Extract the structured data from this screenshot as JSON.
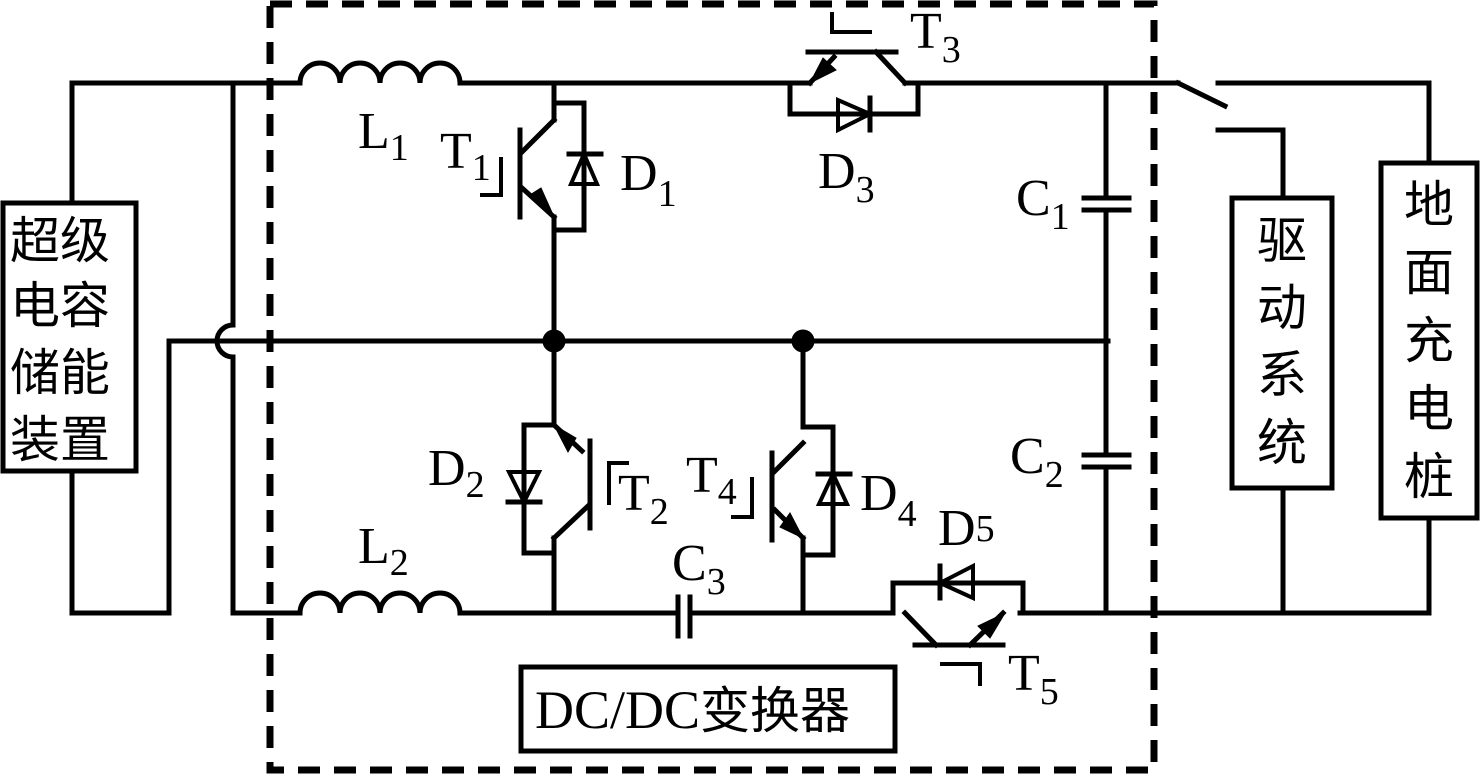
{
  "diagram": {
    "title": "Supercapacitor bidirectional DC/DC converter circuit",
    "blocks": {
      "supercap": {
        "lines": [
          "超级",
          "电容",
          "储能",
          "装置"
        ]
      },
      "drive": {
        "chars": [
          "驱",
          "动",
          "系",
          "统"
        ]
      },
      "charger": {
        "chars": [
          "地",
          "面",
          "充",
          "电",
          "桩"
        ]
      },
      "converter": {
        "prefix": "DC/DC",
        "suffix": "变换器"
      }
    },
    "components": {
      "L1": {
        "base": "L",
        "sub": "1"
      },
      "L2": {
        "base": "L",
        "sub": "2"
      },
      "T1": {
        "base": "T",
        "sub": "1"
      },
      "T2": {
        "base": "T",
        "sub": "2"
      },
      "T3": {
        "base": "T",
        "sub": "3"
      },
      "T4": {
        "base": "T",
        "sub": "4"
      },
      "T5": {
        "base": "T",
        "sub": "5"
      },
      "D1": {
        "base": "D",
        "sub": "1"
      },
      "D2": {
        "base": "D",
        "sub": "2"
      },
      "D3": {
        "base": "D",
        "sub": "3"
      },
      "D4": {
        "base": "D",
        "sub": "4"
      },
      "D5": {
        "base": "D",
        "sub": "5"
      },
      "C1": {
        "base": "C",
        "sub": "1"
      },
      "C2": {
        "base": "C",
        "sub": "2"
      },
      "C3": {
        "base": "C",
        "sub": "3"
      }
    },
    "colors": {
      "line": "#000000",
      "background": "#ffffff"
    }
  }
}
